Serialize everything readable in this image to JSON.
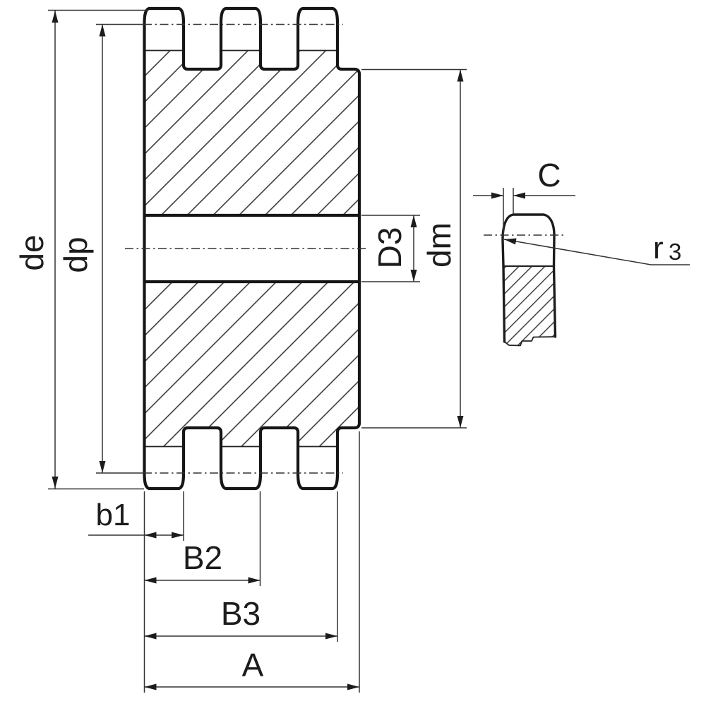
{
  "drawing": {
    "colors": {
      "background": "#ffffff",
      "lines": "#1f1f1f",
      "text": "#1c1c1c"
    },
    "labels": {
      "de": "de",
      "dp": "dp",
      "D3": "D3",
      "dm": "dm",
      "b1": "b1",
      "B2": "B2",
      "B3": "B3",
      "A": "A",
      "C": "C",
      "r3_base": "r",
      "r3_sub": "3"
    }
  }
}
